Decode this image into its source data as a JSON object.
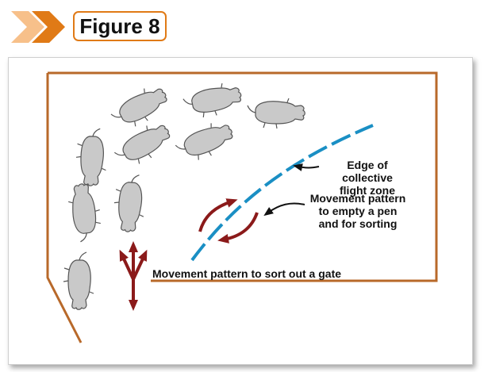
{
  "figure": {
    "label": "Figure 8"
  },
  "labels": {
    "edge_line1": "Edge of collective",
    "edge_line2": "flight zone",
    "move_line1": "Movement pattern",
    "move_line2": "to empty a pen",
    "move_line3": "and for sorting",
    "gate": "Movement pattern to sort out a gate"
  },
  "colors": {
    "header_chevron_light": "#f7c08a",
    "header_chevron_dark": "#e07a16",
    "pen_fence": "#b8692a",
    "flight_zone_line": "#1a8fc4",
    "movement_arrows": "#8b1a1a",
    "cattle_fill": "#c9c9c9",
    "cattle_outline": "#555555"
  },
  "icons": [
    "double-chevron-icon",
    "cow-icon",
    "curved-arrow-icon",
    "three-way-arrow-icon"
  ]
}
